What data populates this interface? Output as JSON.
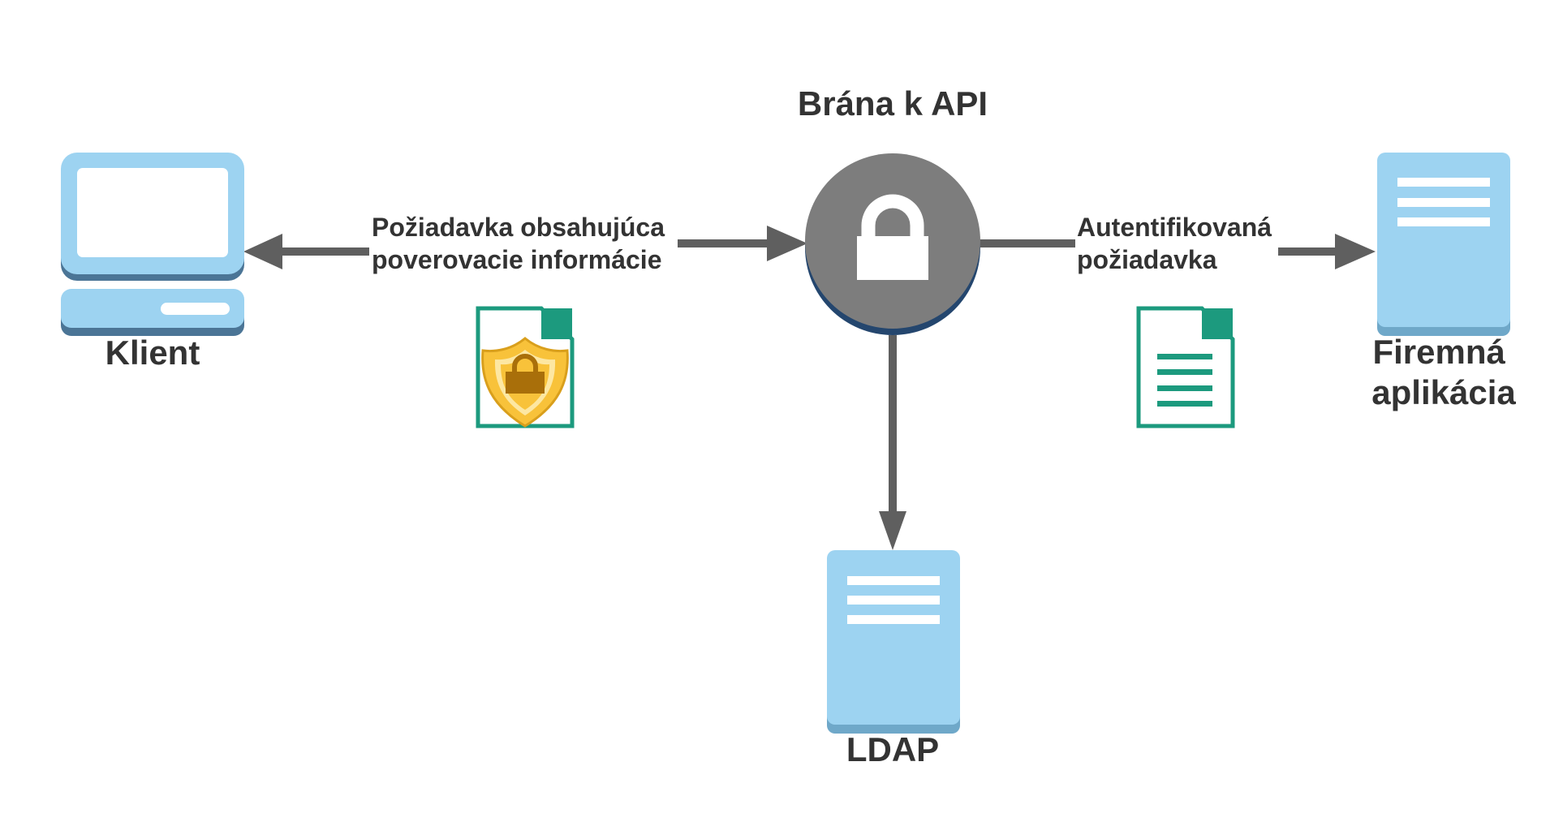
{
  "diagram": {
    "title": "Brána k API",
    "nodes": {
      "client": {
        "label": "Klient",
        "icon": "desktop-computer-icon"
      },
      "gateway": {
        "icon": "padlock-icon"
      },
      "app": {
        "label_line1": "Firemná",
        "label_line2": "aplikácia",
        "icon": "server-icon"
      },
      "ldap": {
        "label": "LDAP",
        "icon": "server-icon"
      }
    },
    "edges": {
      "client_gateway": {
        "label_line1": "Požiadavka obsahujúca",
        "label_line2": "poverovacie informácie",
        "icon": "secure-document-icon"
      },
      "gateway_app": {
        "label_line1": "Autentifikovaná",
        "label_line2": "požiadavka",
        "icon": "text-document-icon"
      },
      "gateway_ldap": {}
    },
    "colors": {
      "device_blue": "#9dd3f1",
      "device_shadow": "#6fa8c9",
      "gateway_gray": "#7d7d7d",
      "gateway_shadow": "#24466e",
      "arrow_gray": "#5f5f5f",
      "doc_green": "#1c9a7e",
      "shield_gold": "#f8c23a",
      "lock_brown": "#a96f0a",
      "label_text": "#333333"
    }
  }
}
